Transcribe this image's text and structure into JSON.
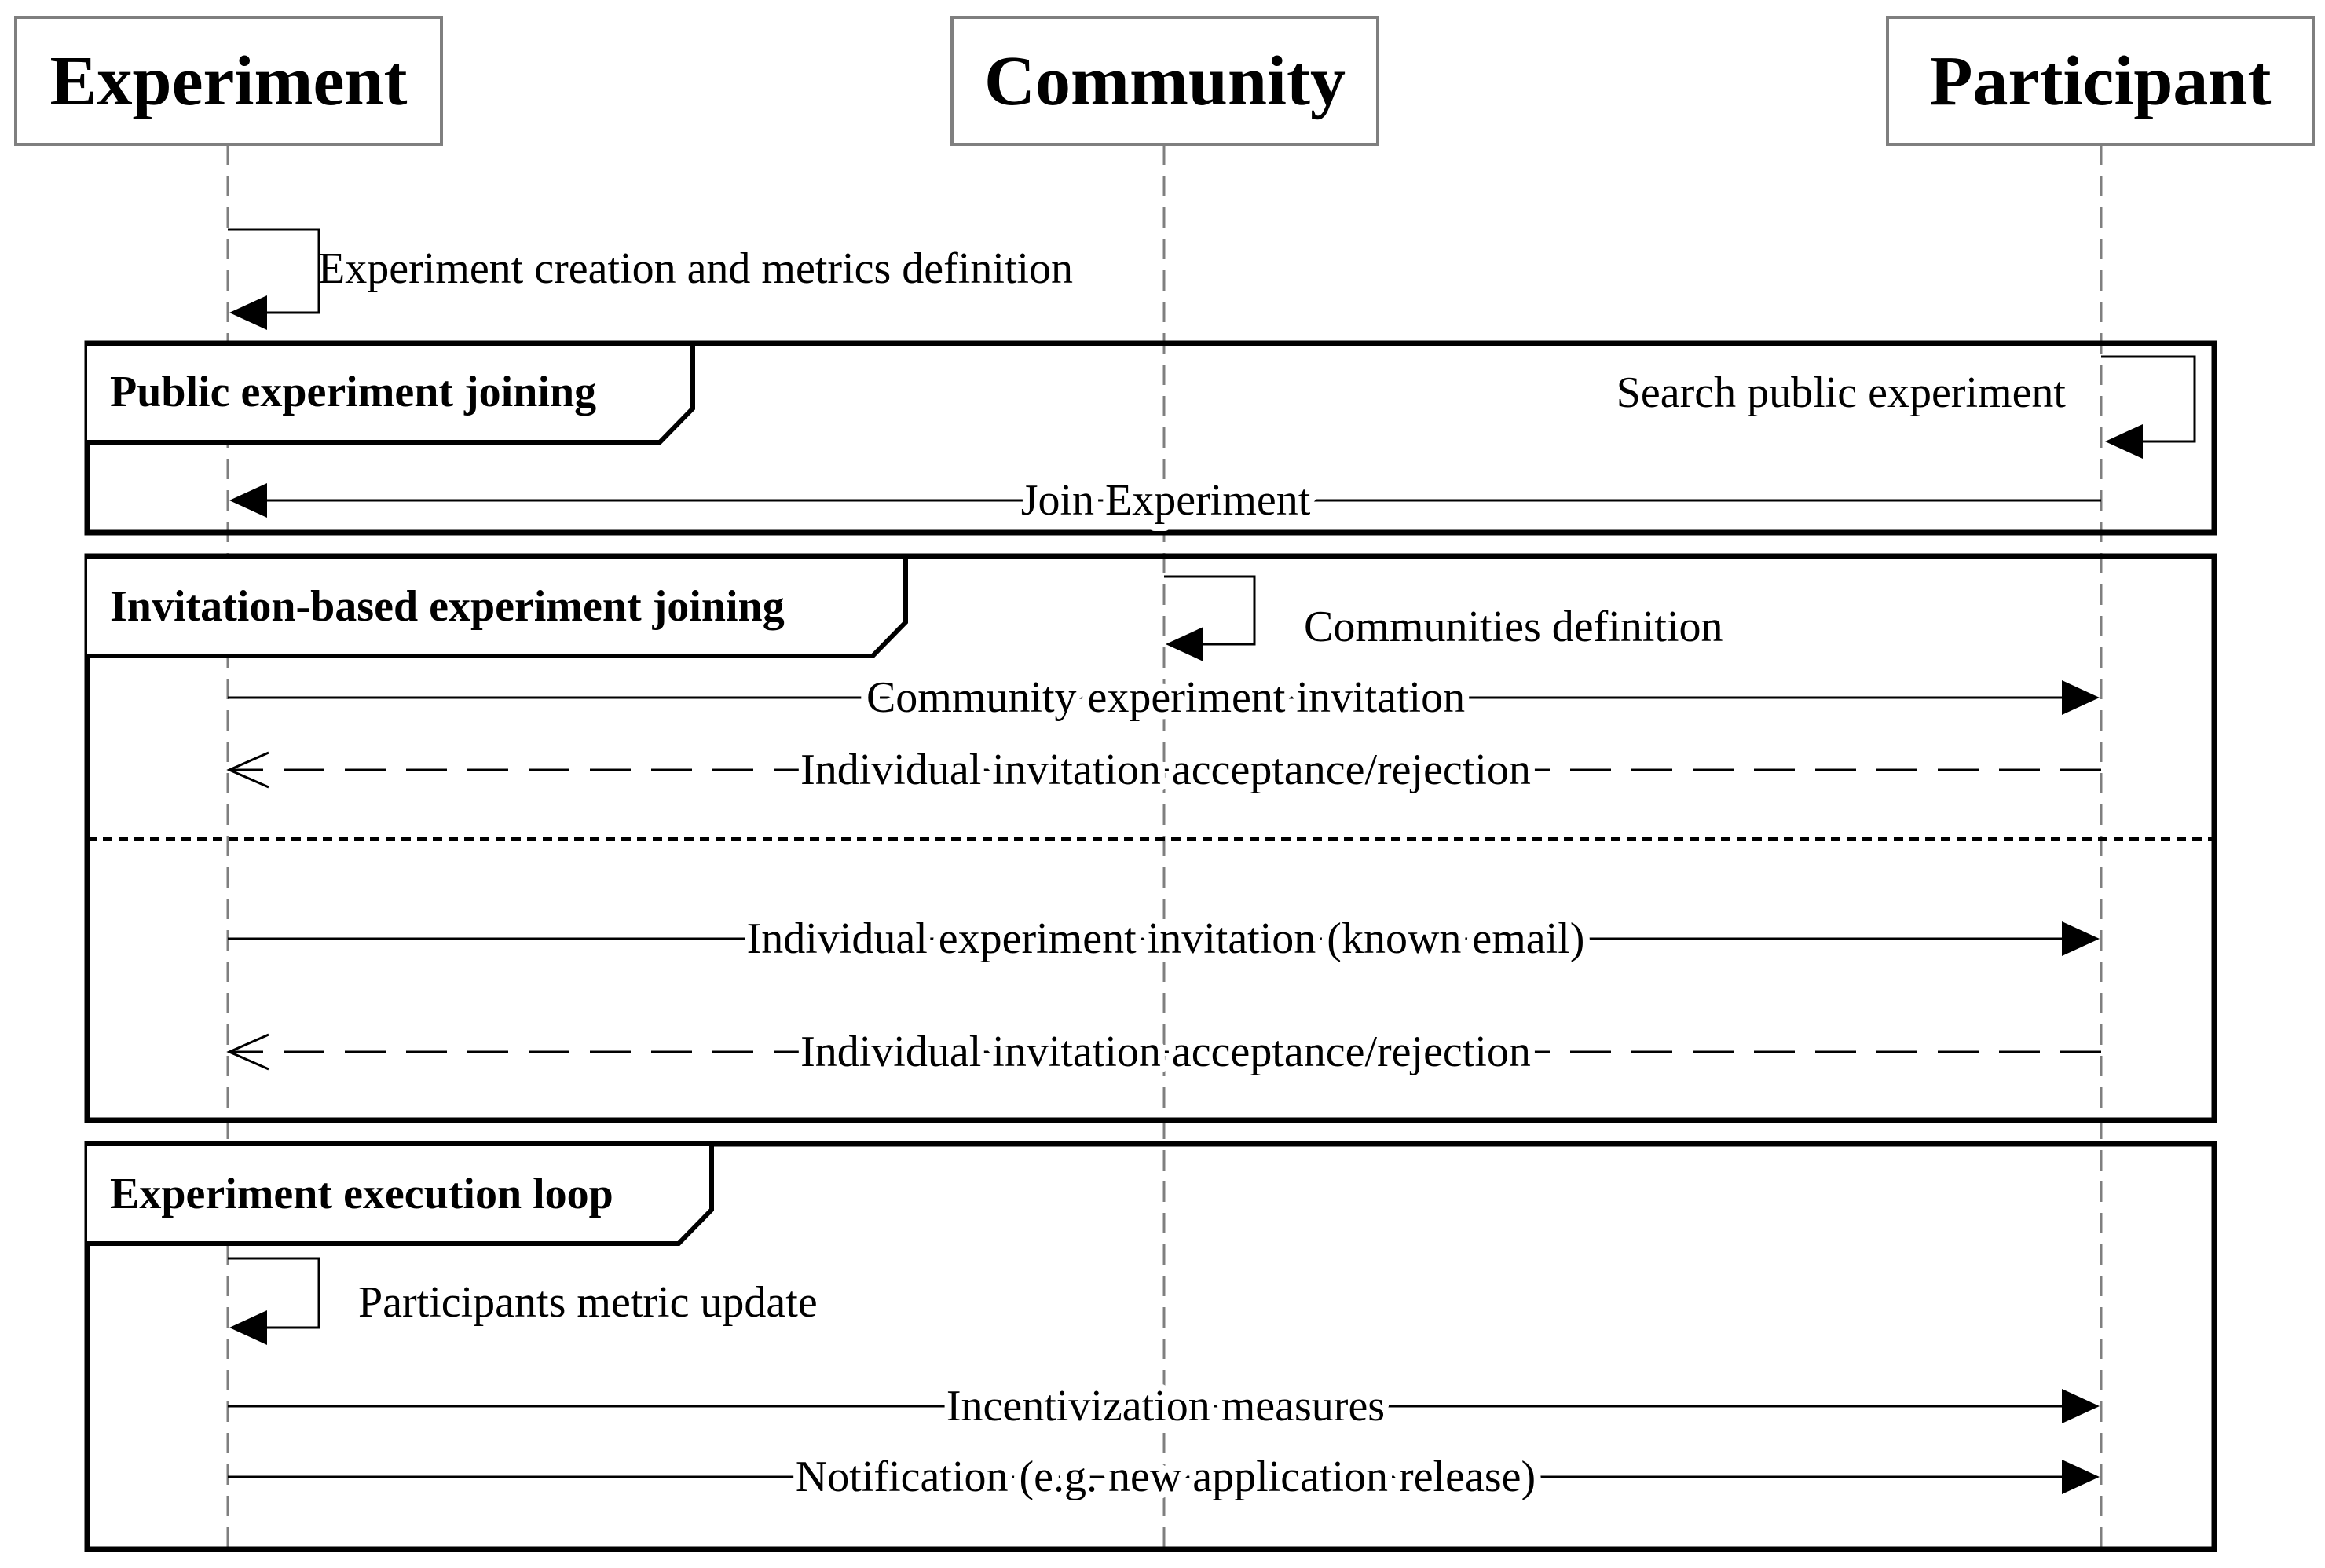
{
  "lifelines": [
    {
      "id": "experiment",
      "label": "Experiment"
    },
    {
      "id": "community",
      "label": "Community"
    },
    {
      "id": "participant",
      "label": "Participant"
    }
  ],
  "frames": [
    {
      "id": "public",
      "title": "Public experiment joining"
    },
    {
      "id": "invitation",
      "title": "Invitation-based experiment joining"
    },
    {
      "id": "execution",
      "title": "Experiment execution loop"
    }
  ],
  "messages": [
    {
      "id": "m1",
      "label": "Experiment creation and metrics definition",
      "from": "experiment",
      "to": "experiment",
      "style": "self"
    },
    {
      "id": "m2",
      "label": "Search public experiment",
      "from": "participant",
      "to": "participant",
      "style": "self"
    },
    {
      "id": "m3",
      "label": "Join Experiment",
      "from": "participant",
      "to": "experiment",
      "style": "sync"
    },
    {
      "id": "m4",
      "label": "Communities definition",
      "from": "community",
      "to": "community",
      "style": "self"
    },
    {
      "id": "m5",
      "label": "Community experiment invitation",
      "from": "experiment",
      "to": "participant",
      "style": "sync"
    },
    {
      "id": "m6",
      "label": "Individual invitation acceptance/rejection",
      "from": "participant",
      "to": "experiment",
      "style": "reply"
    },
    {
      "id": "m7",
      "label": "Individual experiment invitation (known email)",
      "from": "experiment",
      "to": "participant",
      "style": "sync"
    },
    {
      "id": "m8",
      "label": "Individual invitation acceptance/rejection",
      "from": "participant",
      "to": "experiment",
      "style": "reply"
    },
    {
      "id": "m9",
      "label": "Participants metric update",
      "from": "experiment",
      "to": "experiment",
      "style": "self"
    },
    {
      "id": "m10",
      "label": "Incentivization measures",
      "from": "experiment",
      "to": "participant",
      "style": "sync"
    },
    {
      "id": "m11",
      "label": "Notification (e.g. new application release)",
      "from": "experiment",
      "to": "participant",
      "style": "sync"
    }
  ],
  "colors": {
    "stroke": "#000000",
    "box_border": "#7f7f7f",
    "lifeline": "#7f7f7f",
    "background": "#ffffff"
  }
}
